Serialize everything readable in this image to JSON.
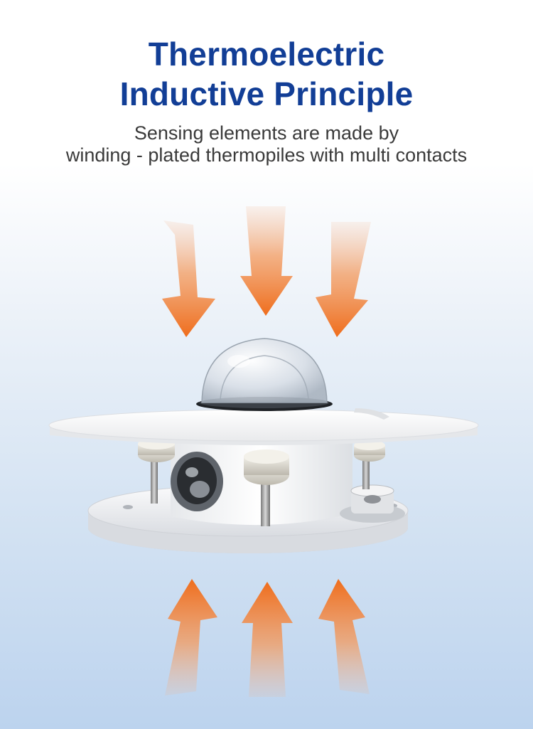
{
  "heading": {
    "line1": "Thermoelectric",
    "line2": "Inductive Principle"
  },
  "description": {
    "line1": "Sensing elements are made by",
    "line2": "winding - plated thermopiles with multi contacts"
  },
  "colors": {
    "title": "#123e96",
    "arrow": "#f07a2a",
    "text": "#3a3a3a"
  },
  "icons": {
    "down_arrows": "arrow-down-icon",
    "up_arrows": "arrow-up-icon"
  }
}
